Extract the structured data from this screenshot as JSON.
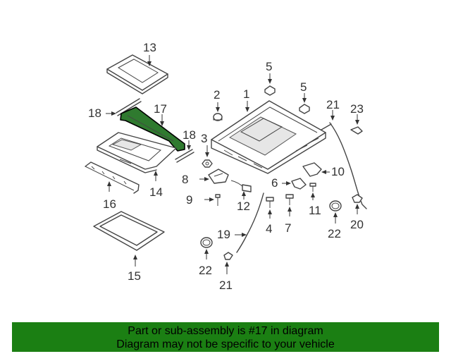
{
  "diagram": {
    "callouts": [
      "1",
      "2",
      "3",
      "4",
      "5",
      "5",
      "6",
      "7",
      "8",
      "9",
      "10",
      "11",
      "12",
      "13",
      "14",
      "15",
      "16",
      "17",
      "18",
      "18",
      "19",
      "20",
      "21",
      "21",
      "22",
      "22",
      "23"
    ],
    "highlight_color": "#2f7a2f"
  },
  "banner": {
    "line1": "Part or sub-assembly is #17 in diagram",
    "line2": "Diagram may not be specific to your vehicle",
    "background": "#1b7f13"
  }
}
